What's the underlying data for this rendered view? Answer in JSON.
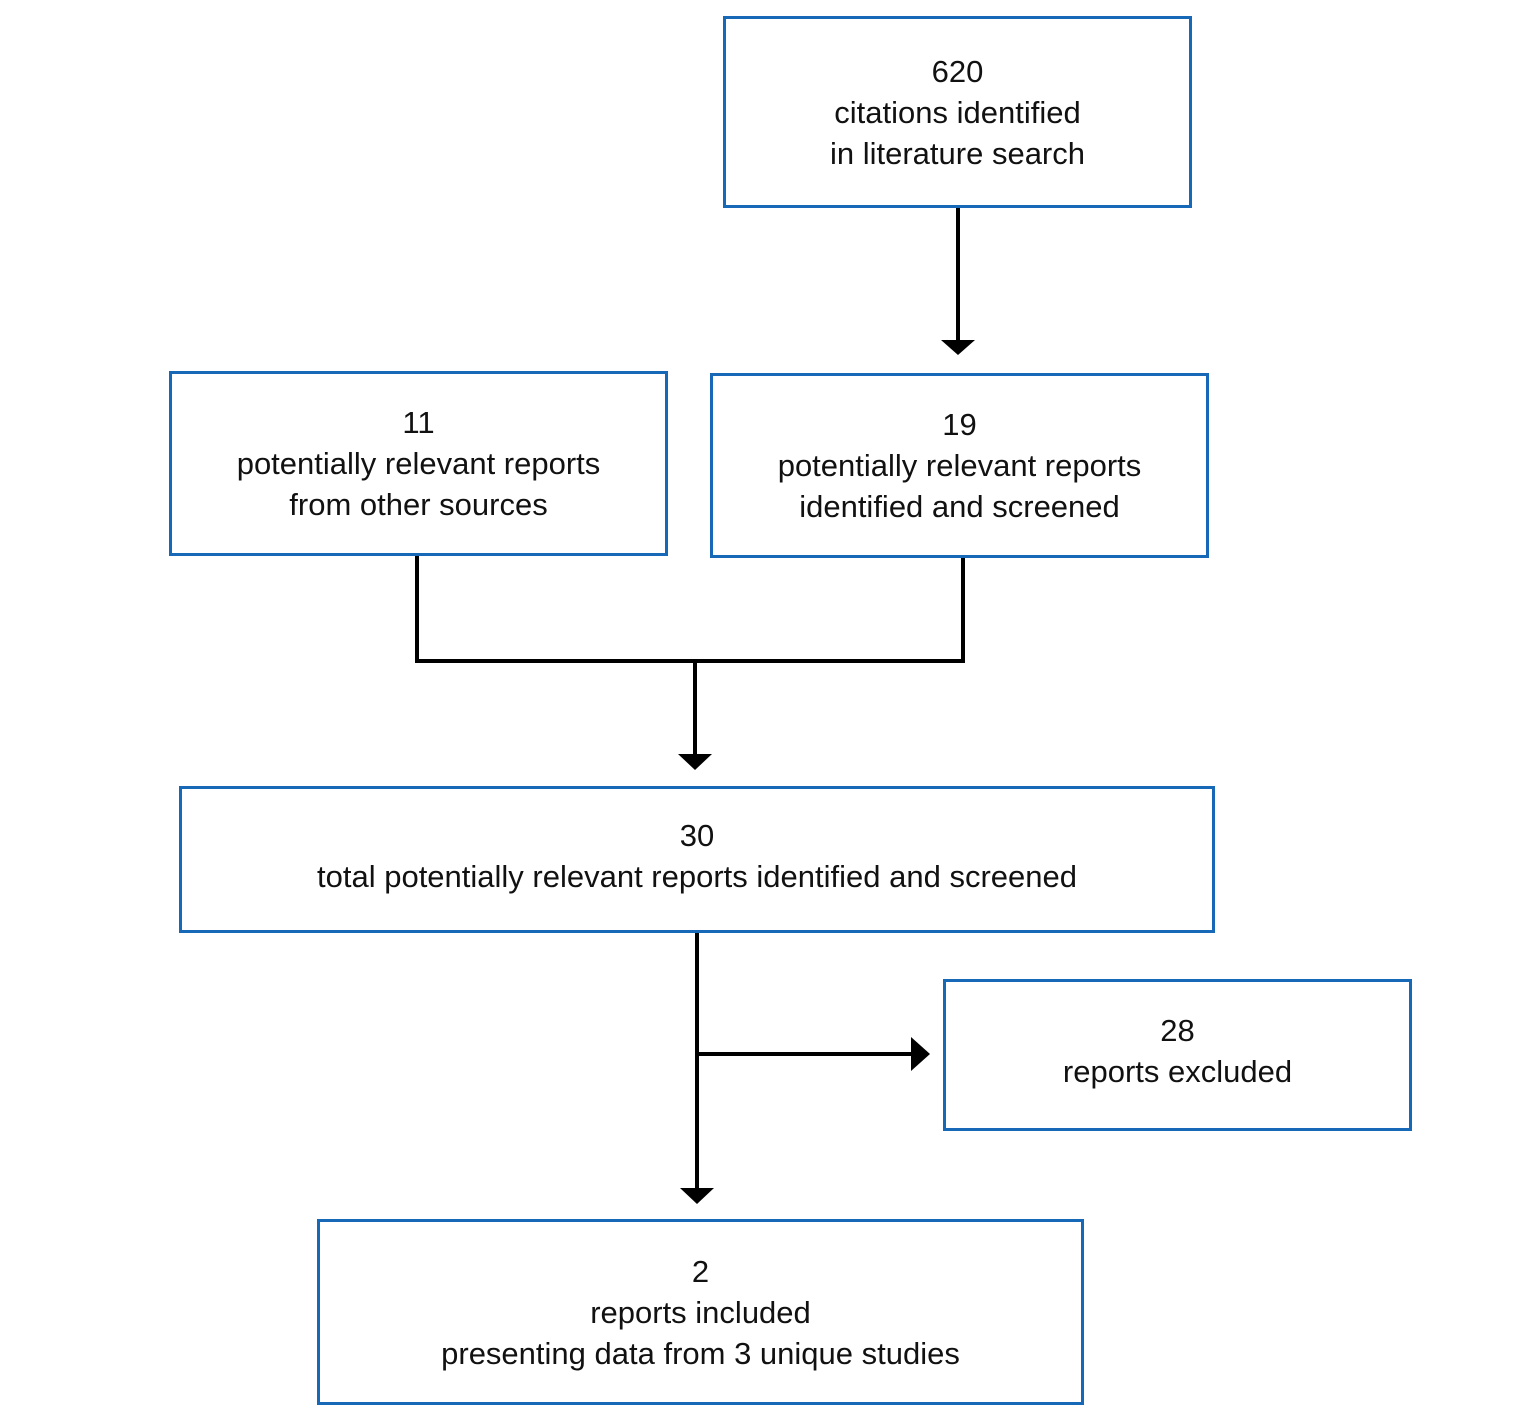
{
  "boxes": {
    "search": {
      "count": "620",
      "line1": "citations identified",
      "line2": "in literature search"
    },
    "other_sources": {
      "count": "11",
      "line1": "potentially relevant reports",
      "line2": "from other sources"
    },
    "screened": {
      "count": "19",
      "line1": "potentially relevant reports",
      "line2": "identified and screened"
    },
    "total": {
      "count": "30",
      "line1": "total potentially relevant reports identified and screened"
    },
    "excluded": {
      "count": "28",
      "line1": "reports excluded"
    },
    "included": {
      "count": "2",
      "line1": "reports included",
      "line2": "presenting data from 3 unique studies"
    }
  },
  "colors": {
    "box_border": "#1769b8",
    "connector": "#000000",
    "text": "#111111"
  }
}
